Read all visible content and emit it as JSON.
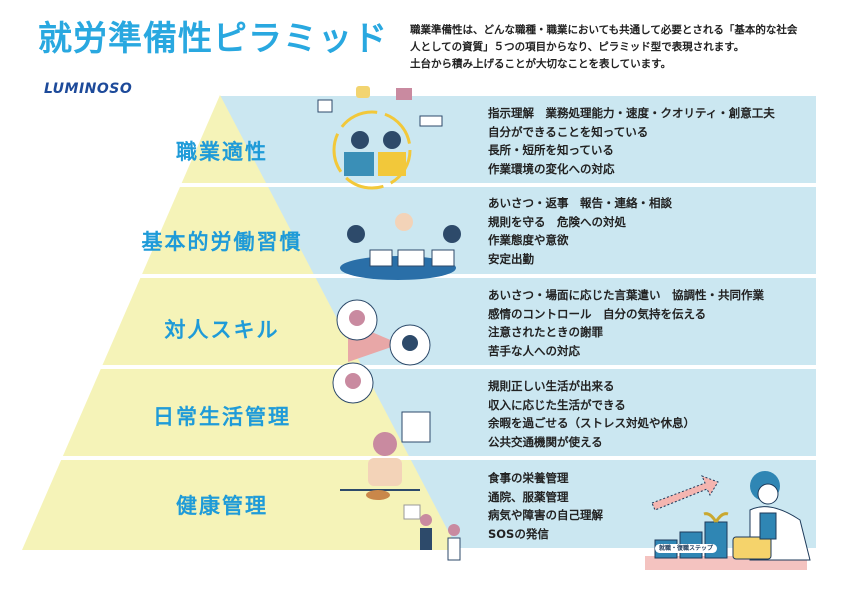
{
  "title": "就労準備性ピラミッド",
  "intro": [
    "職業準備性は、どんな職種・職業においても共通して必要とされる「基本的な社会",
    "人としての資質」５つの項目からなり、ピラミッド型で表現されます。",
    "土台から積み上げることが大切なことを表しています。"
  ],
  "logo": "LUMINOSO",
  "levels": [
    {
      "label": "職業適性",
      "items": [
        "指示理解　業務処理能力・速度・クオリティ・創意工夫",
        "自分ができることを知っている",
        "長所・短所を知っている",
        "作業環境の変化への対応"
      ]
    },
    {
      "label": "基本的労働習慣",
      "items": [
        "あいさつ・返事　報告・連絡・相談",
        "規則を守る　危険への対処",
        "作業態度や意欲",
        "安定出勤"
      ]
    },
    {
      "label": "対人スキル",
      "items": [
        "あいさつ・場面に応じた言葉遣い　協調性・共同作業",
        "感情のコントロール　自分の気持を伝える",
        "注意されたときの謝罪",
        "苦手な人への対応"
      ]
    },
    {
      "label": "日常生活管理",
      "items": [
        "規則正しい生活が出来る",
        "収入に応じた生活ができる",
        "余暇を過ごせる（ストレス対処や休息）",
        "公共交通機関が使える"
      ]
    },
    {
      "label": "健康管理",
      "items": [
        "食事の栄養管理",
        "通院、服薬管理",
        "病気や障害の自己理解",
        "SOSの発信"
      ]
    }
  ],
  "step_label": "就職・復職ステップ",
  "colors": {
    "title": "#29a8e0",
    "band": "#cbe7f1",
    "pyramid": "#f5f3b8",
    "level_text": "#1f9bd8"
  }
}
